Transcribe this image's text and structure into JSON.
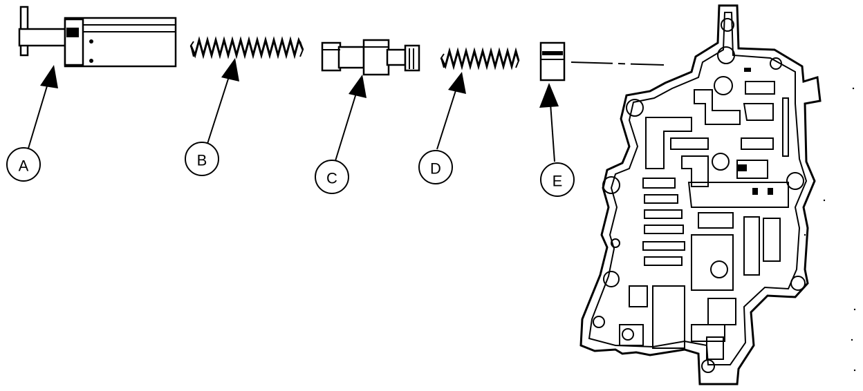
{
  "callouts": {
    "a": "A",
    "b": "B",
    "c": "C",
    "d": "D",
    "e": "E"
  },
  "icons": {
    "part_a": "valve-sleeve-icon",
    "part_b": "spring-icon",
    "part_c": "spool-valve-icon",
    "part_d": "spring-icon",
    "part_e": "plug-icon",
    "valve_body": "valve-body-icon"
  }
}
